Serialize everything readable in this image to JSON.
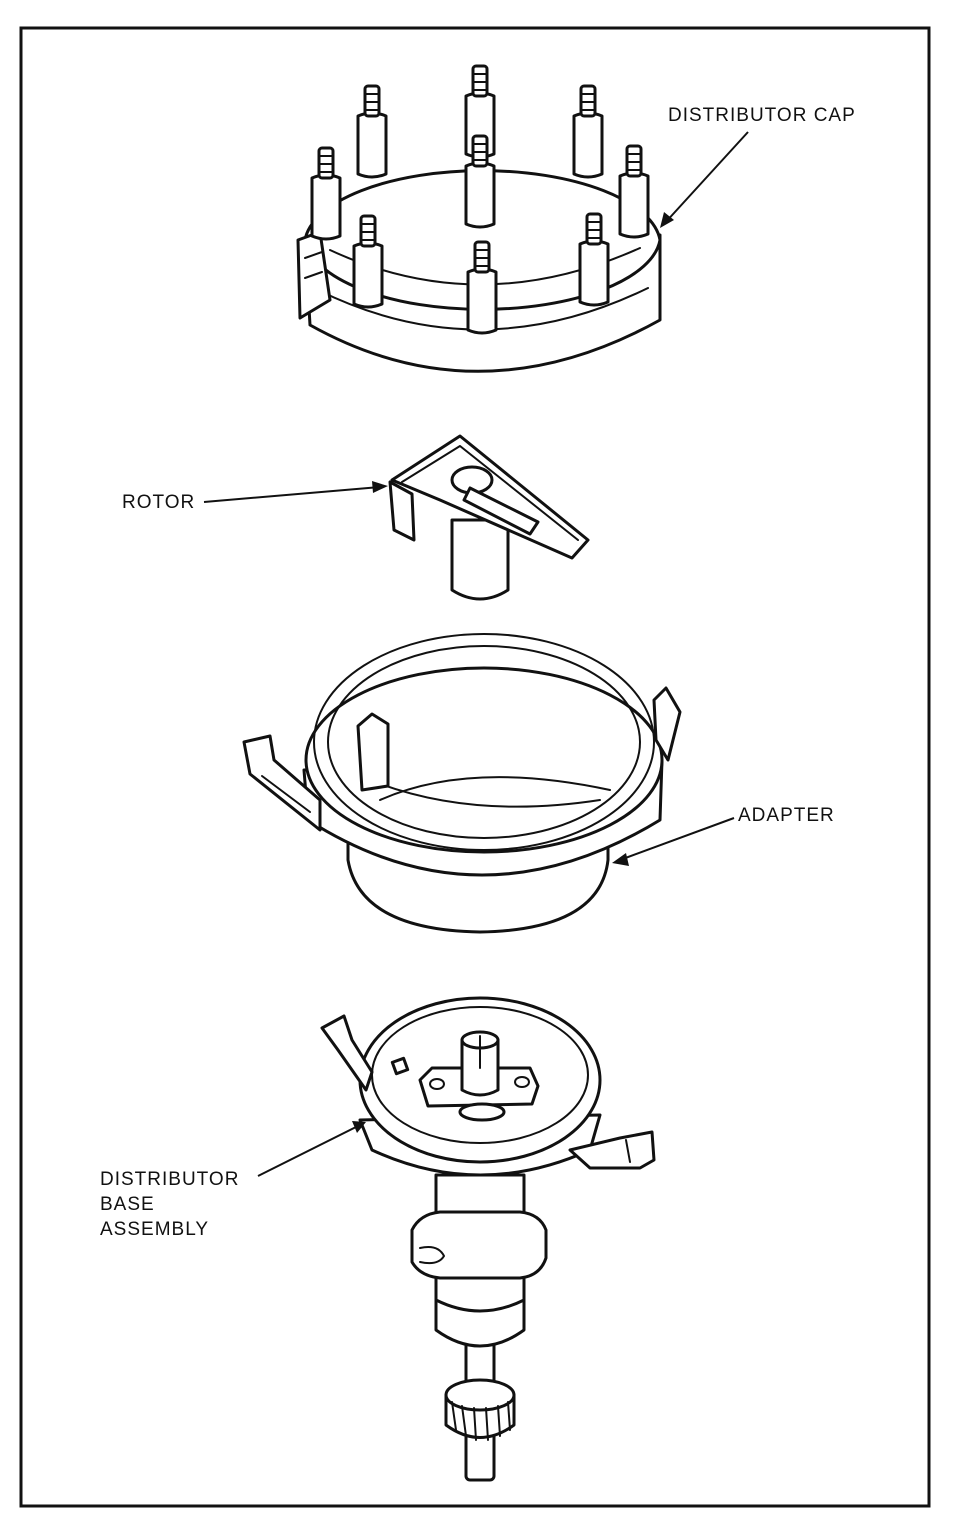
{
  "labels": {
    "distributor_cap": "DISTRIBUTOR CAP",
    "rotor": "ROTOR",
    "adapter": "ADAPTER",
    "distributor_base_line1": "DISTRIBUTOR",
    "distributor_base_line2": "BASE",
    "distributor_base_line3": "ASSEMBLY"
  },
  "colors": {
    "ink": "#111111",
    "paper": "#ffffff"
  }
}
